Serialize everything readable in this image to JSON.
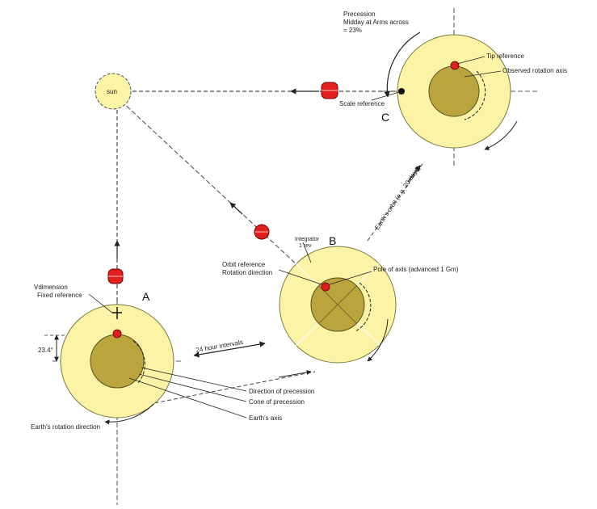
{
  "colors": {
    "outer_disc": "#fbf3a6",
    "outer_stroke": "#7a7a40",
    "inner_core": "#b9a43e",
    "inner_stroke": "#5a5020",
    "marker": "#e02020",
    "line": "#222222"
  },
  "labels": {
    "A": "A",
    "B": "B",
    "C": "C",
    "sun": "sun",
    "precession_title": "Precession",
    "precession_line2": "Midday at Arms across",
    "precession_line3": "= 23%",
    "tip_reference": "Tip reference",
    "obs_rotation": "Observed rotation axis",
    "scale_ref": "Scale reference",
    "integrator": "Integrator",
    "integrator_2": "1 rev",
    "orbit_line1": "Orbit reference",
    "orbit_line2": "Rotation direction",
    "pole_point": "Pole of axis (advanced 1 Gm)",
    "a_dim1": "Vdimension",
    "a_dim2": "Fixed reference",
    "angle": "23.4°",
    "days_label": "24 hour intervals",
    "direction_precession": "Direction of precession",
    "cone_precession": "Cone of precession",
    "earth_axis": "Earth's axis",
    "earth_rotation_direction": "Earth's rotation direction",
    "orbit_diag": "Earth's orbit (e.g. 20 days)"
  },
  "icons": {
    "marker": "red-satellite-icon",
    "sun": "sun-icon"
  }
}
